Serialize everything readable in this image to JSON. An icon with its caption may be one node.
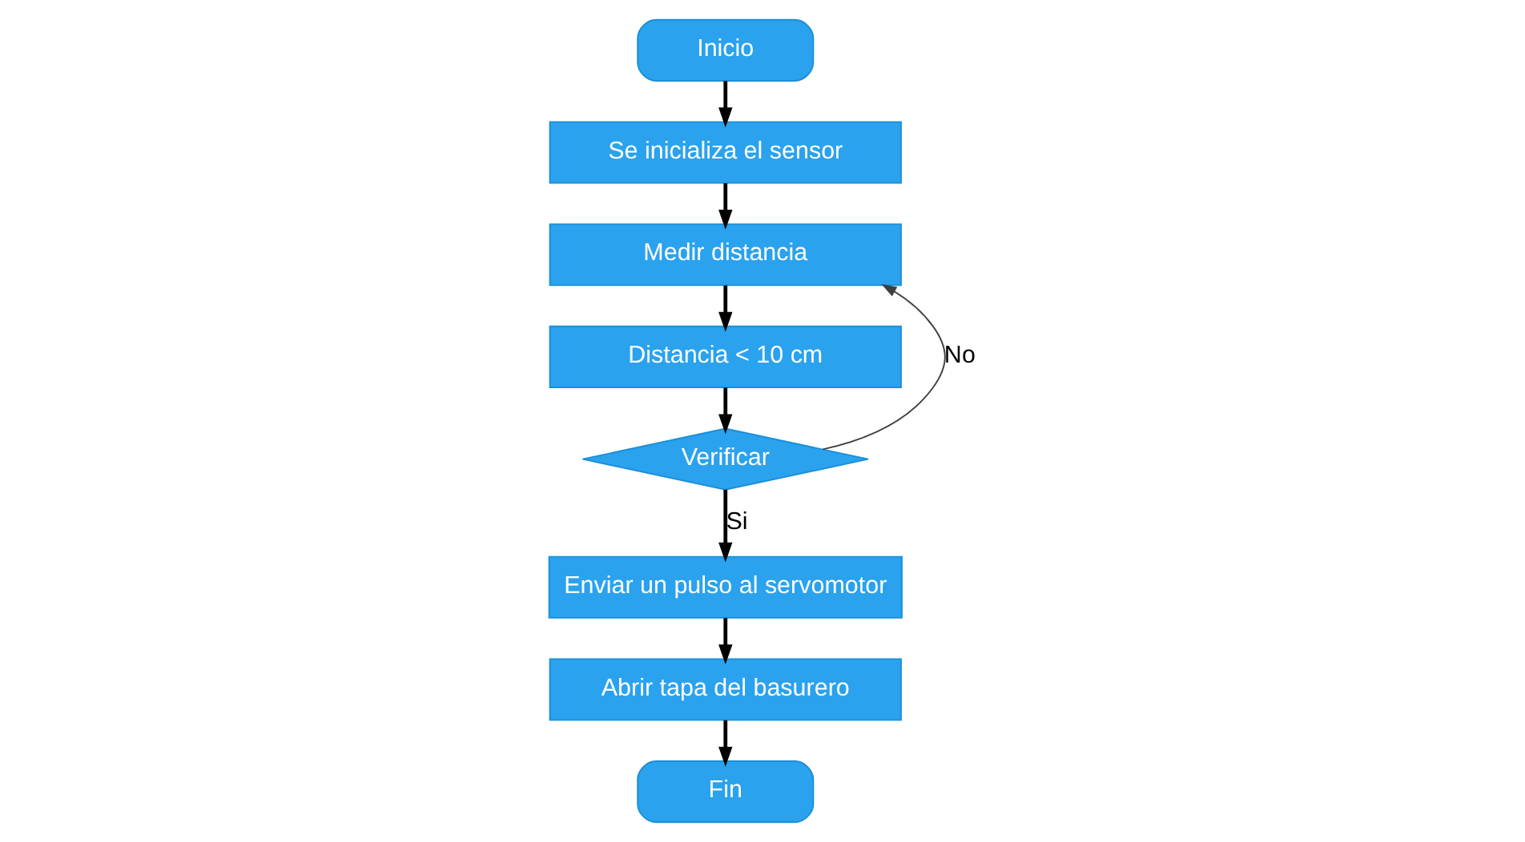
{
  "diagram": {
    "nodes": [
      {
        "text": [
          "Inicio"
        ]
      },
      {
        "text": [
          "Se inicializa el sensor"
        ]
      },
      {
        "text": [
          "Medir distancia"
        ]
      },
      {
        "text": [
          "Distancia < 10 cm"
        ]
      },
      {
        "text": [
          "Verificar"
        ]
      },
      {
        "text": [
          "Enviar un pulso al servomotor"
        ]
      },
      {
        "text": [
          "Abrir tapa del basurero"
        ]
      },
      {
        "text": [
          "Fin"
        ]
      }
    ],
    "edges": [
      {
        "from": 0,
        "to": 1,
        "arrow": "to"
      },
      {
        "from": 1,
        "to": 2,
        "arrow": "to"
      },
      {
        "from": 2,
        "to": 3,
        "arrow": "to"
      },
      {
        "from": 3,
        "to": 4,
        "arrow": "to"
      },
      {
        "from": 4,
        "to": 2,
        "arrow": "to",
        "label": "No",
        "color": "#404040"
      },
      {
        "from": 4,
        "to": 5,
        "arrow": "to",
        "label": "Si"
      },
      {
        "from": 5,
        "to": 6,
        "arrow": "to"
      },
      {
        "from": 6,
        "to": 7,
        "arrow": "to"
      }
    ]
  }
}
